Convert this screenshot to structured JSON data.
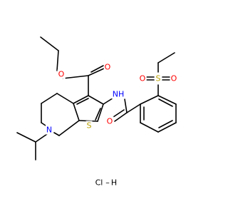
{
  "colors": {
    "bond": "#000000",
    "carbon": "#000000",
    "oxygen": "#ff0000",
    "nitrogen": "#0000ff",
    "sulfur": "#b8a000",
    "salt": "#000000"
  },
  "atoms": [
    {
      "name": "o-ester-carbonyl",
      "label": "O",
      "element": "O"
    },
    {
      "name": "o-ester-ether",
      "label": "O",
      "element": "O"
    },
    {
      "name": "n-amide",
      "label": "NH",
      "element": "N"
    },
    {
      "name": "n-piperidine",
      "label": "N",
      "element": "N"
    },
    {
      "name": "s-thiophene",
      "label": "S",
      "element": "S"
    },
    {
      "name": "o-amide-carbonyl",
      "label": "O",
      "element": "O"
    },
    {
      "name": "s-sulfonyl",
      "label": "S",
      "element": "S"
    },
    {
      "name": "o-sulfonyl-left",
      "label": "O",
      "element": "O"
    },
    {
      "name": "o-sulfonyl-right",
      "label": "O",
      "element": "O"
    }
  ],
  "salt": {
    "cl": "Cl",
    "dash": "–",
    "h": "H"
  }
}
